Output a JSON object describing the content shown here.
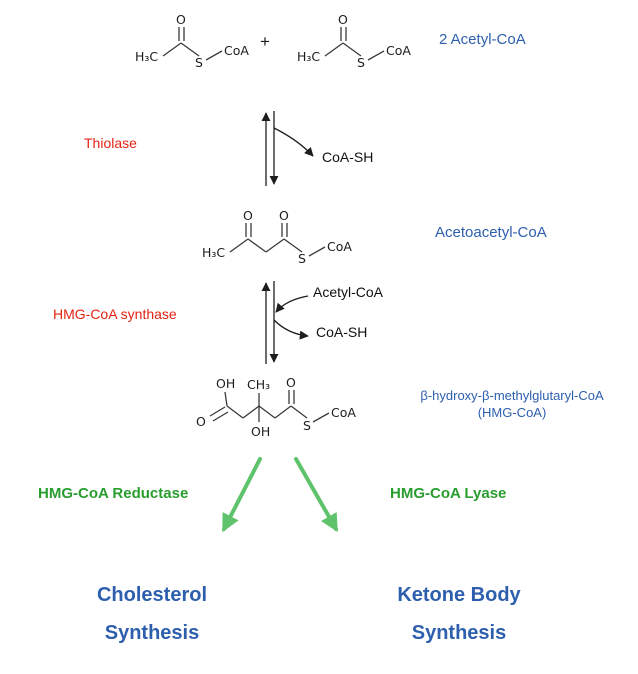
{
  "colors": {
    "blue": "#2d5fae",
    "red": "#e42313",
    "green_text": "#2a9d2f",
    "green_arrow": "#5fc36c",
    "structure_black": "#3a3a3a"
  },
  "atoms": {
    "h3c": "H₃C",
    "o": "O",
    "s": "S",
    "coa": "CoA",
    "oh": "OH",
    "ch3": "CH₃"
  },
  "top": {
    "plus": "+",
    "substrate_label": "2 Acetyl-CoA"
  },
  "step1": {
    "enzyme": "Thiolase",
    "byproduct": "CoA-SH"
  },
  "intermediate_label": "Acetoacetyl-CoA",
  "step2": {
    "enzyme": "HMG-CoA synthase",
    "cosubstrate": "Acetyl-CoA",
    "byproduct": "CoA-SH"
  },
  "product": {
    "line1": "β-hydroxy-β-methylglutaryl-CoA",
    "line2": "(HMG-CoA)"
  },
  "left_branch": {
    "enzyme": "HMG-CoA Reductase",
    "outcome_line1": "Cholesterol",
    "outcome_line2": "Synthesis"
  },
  "right_branch": {
    "enzyme": "HMG-CoA Lyase",
    "outcome_line1": "Ketone Body",
    "outcome_line2": "Synthesis"
  }
}
